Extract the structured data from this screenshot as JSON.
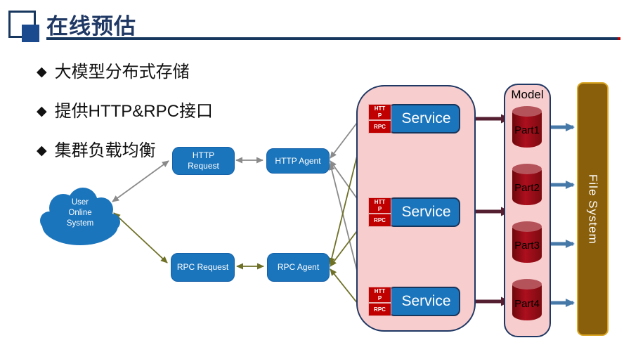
{
  "header": {
    "title": "在线预估"
  },
  "bullet_marker": "◆",
  "bullets": [
    "大模型分布式存储",
    "提供HTTP&RPC接口",
    "集群负载均衡"
  ],
  "diagram": {
    "cloud": {
      "line1": "User",
      "line2": "Online",
      "line3": "System"
    },
    "http_request": {
      "line1": "HTTP",
      "line2": "Request"
    },
    "http_agent": {
      "label": "HTTP Agent"
    },
    "rpc_request": {
      "label": "RPC Request"
    },
    "rpc_agent": {
      "label": "RPC Agent"
    },
    "services": [
      {
        "http_label": "HTTP",
        "rpc_label": "RPC",
        "label": "Service"
      },
      {
        "http_label": "HTTP",
        "rpc_label": "RPC",
        "label": "Service"
      },
      {
        "http_label": "HTTP",
        "rpc_label": "RPC",
        "label": "Service"
      }
    ],
    "model": {
      "label": "Model",
      "parts": [
        "Part1",
        "Part2",
        "Part3",
        "Part4"
      ]
    },
    "file_system": {
      "label": "File System"
    }
  },
  "colors": {
    "navy": "#1F3864",
    "underline": "#17375E",
    "logoBlue": "#1B4A8F",
    "blue": "#1B75BC",
    "blueBorder": "#1460A8",
    "serviceBorder": "#17365D",
    "pink": "#F8CDCD",
    "red": "#C00000",
    "redBorder": "#E9AFAF",
    "cylDark": "#6D080C",
    "cylMain": "#AD0F1E",
    "cylDark2": "#7C0B11",
    "cylTop": "#B5535B",
    "gold": "#8A5F0B",
    "goldBorder": "#D9A522",
    "grayArrow": "#8A8A8A",
    "oliveArrow": "#6E7026",
    "maroonArrow": "#541F30",
    "steelArrow": "#4678A8",
    "ink": "#111111"
  }
}
